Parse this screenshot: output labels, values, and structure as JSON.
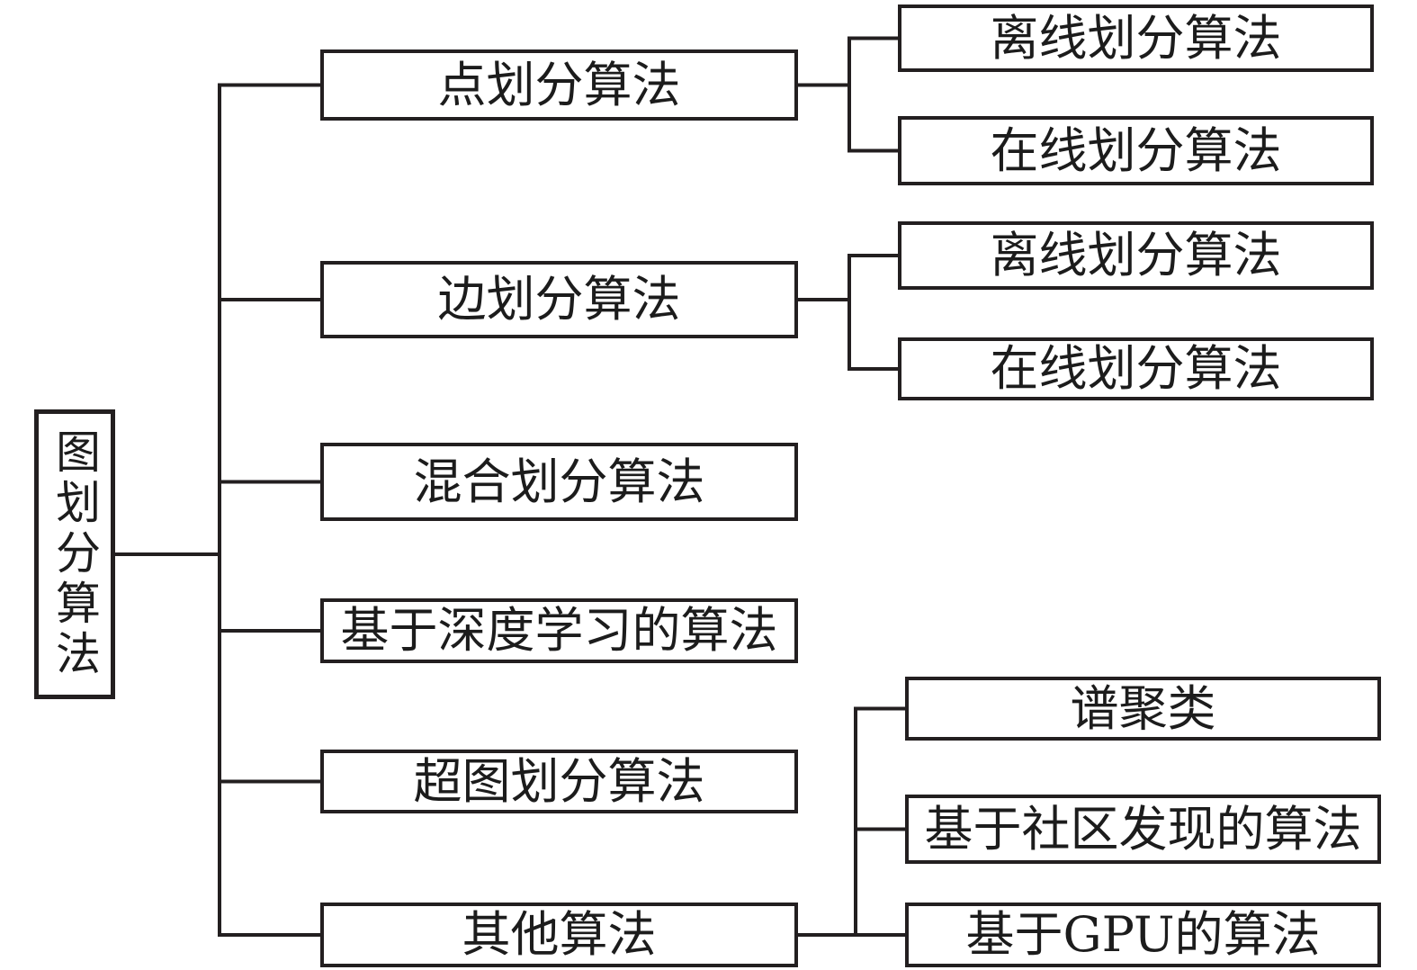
{
  "figure": {
    "root": {
      "label": "图划分算法"
    },
    "branches": [
      {
        "label": "点划分算法",
        "children": [
          {
            "label": "离线划分算法"
          },
          {
            "label": "在线划分算法"
          }
        ]
      },
      {
        "label": "边划分算法",
        "children": [
          {
            "label": "离线划分算法"
          },
          {
            "label": "在线划分算法"
          }
        ]
      },
      {
        "label": "混合划分算法",
        "children": []
      },
      {
        "label": "基于深度学习的算法",
        "children": []
      },
      {
        "label": "超图划分算法",
        "children": []
      },
      {
        "label": "其他算法",
        "children": [
          {
            "label": "谱聚类"
          },
          {
            "label": "基于社区发现的算法"
          },
          {
            "label": "基于GPU的算法"
          }
        ]
      }
    ],
    "colors": {
      "line": "#231f20",
      "box_fill": "#ffffff",
      "background": "#ffffff"
    }
  }
}
